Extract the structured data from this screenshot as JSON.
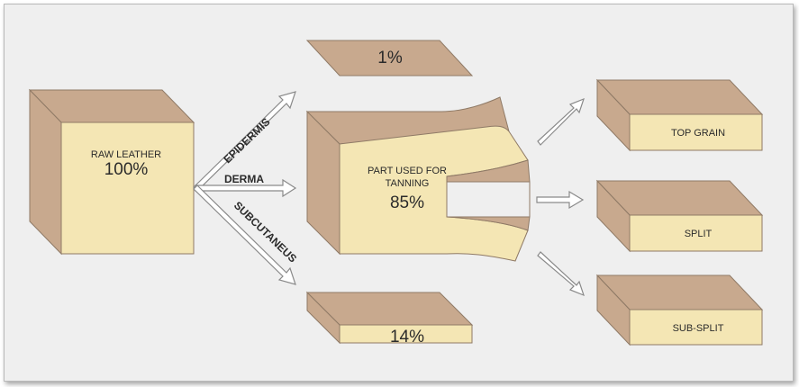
{
  "raw": {
    "label": "RAW LEATHER",
    "value": "100%"
  },
  "layers": {
    "epidermis": "EPIDERMIS",
    "derma": "DERMA",
    "subcutaneus": "SUBCUTANEUS"
  },
  "epidermis_slab": {
    "value": "1%"
  },
  "main": {
    "label_line1": "PART USED FOR",
    "label_line2": "TANNING",
    "value": "85%"
  },
  "subcutaneus_slab": {
    "value": "14%"
  },
  "products": {
    "top_grain": "TOP GRAIN",
    "split": "SPLIT",
    "sub_split": "SUB-SPLIT"
  },
  "colors": {
    "front": "#f4e6b4",
    "side": "#c8a98e",
    "edge": "#8f7a66",
    "arrow_fill": "#ffffff",
    "arrow_stroke": "#8a8a8a"
  }
}
